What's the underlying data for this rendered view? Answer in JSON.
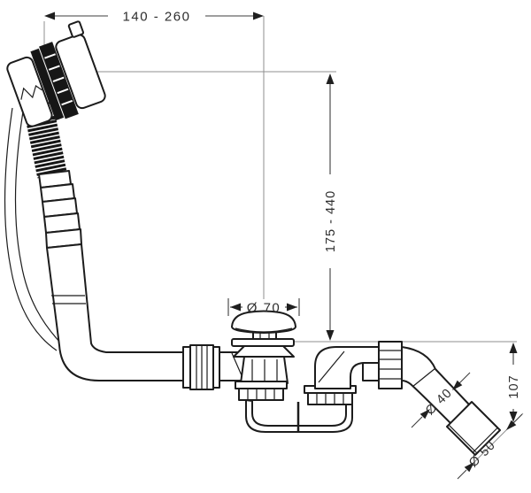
{
  "drawing": {
    "dims": {
      "top_width_range": "140 - 260",
      "height_range": "175 - 440",
      "plug_diameter": "Ø 70",
      "outlet_drop_height": "107",
      "pipe_diameter": "Ø 40",
      "socket_diameter": "Ø 50"
    },
    "colors": {
      "line": "#1c1c1c",
      "dimension": "#3c3c3c",
      "extension_line": "#8f8f8f",
      "hose_fill": "#161616",
      "background": "#ffffff"
    }
  }
}
